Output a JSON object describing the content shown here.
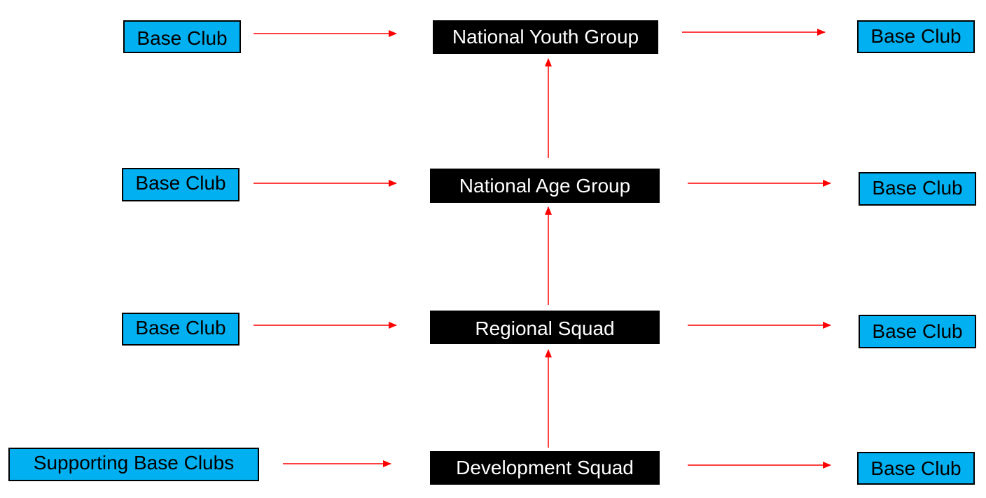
{
  "colors": {
    "club_fill": "#00b0f0",
    "club_border": "#000000",
    "level_fill": "#000000",
    "level_text": "#ffffff",
    "arrow": "#ff0000"
  },
  "levels": {
    "national_youth_group": "National Youth Group",
    "national_age_group": "National Age Group",
    "regional_squad": "Regional Squad",
    "development_squad": "Development Squad"
  },
  "left_clubs": {
    "national_youth_group": "Base Club",
    "national_age_group": "Base Club",
    "regional_squad": "Base Club",
    "development_squad": "Supporting Base Clubs"
  },
  "right_clubs": {
    "national_youth_group": "Base Club",
    "national_age_group": "Base Club",
    "regional_squad": "Base Club",
    "development_squad": "Base Club"
  }
}
